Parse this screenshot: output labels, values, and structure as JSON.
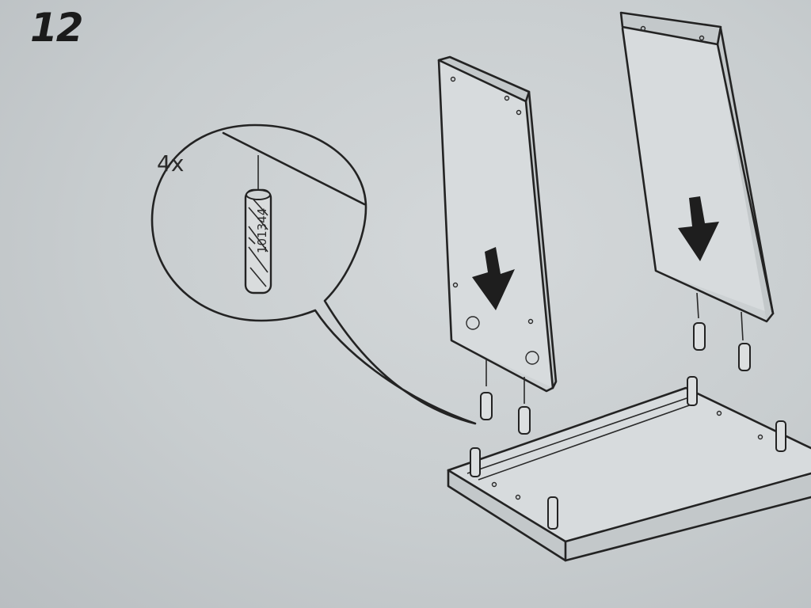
{
  "step": {
    "number": "12"
  },
  "detail": {
    "quantity": "4x",
    "part_number": "101344"
  },
  "colors": {
    "paper": "#c9ced0",
    "ink": "#232323",
    "arrow": "#1e1e1e"
  },
  "icons": [
    "down-arrow-icon",
    "wooden-dowel-icon"
  ]
}
